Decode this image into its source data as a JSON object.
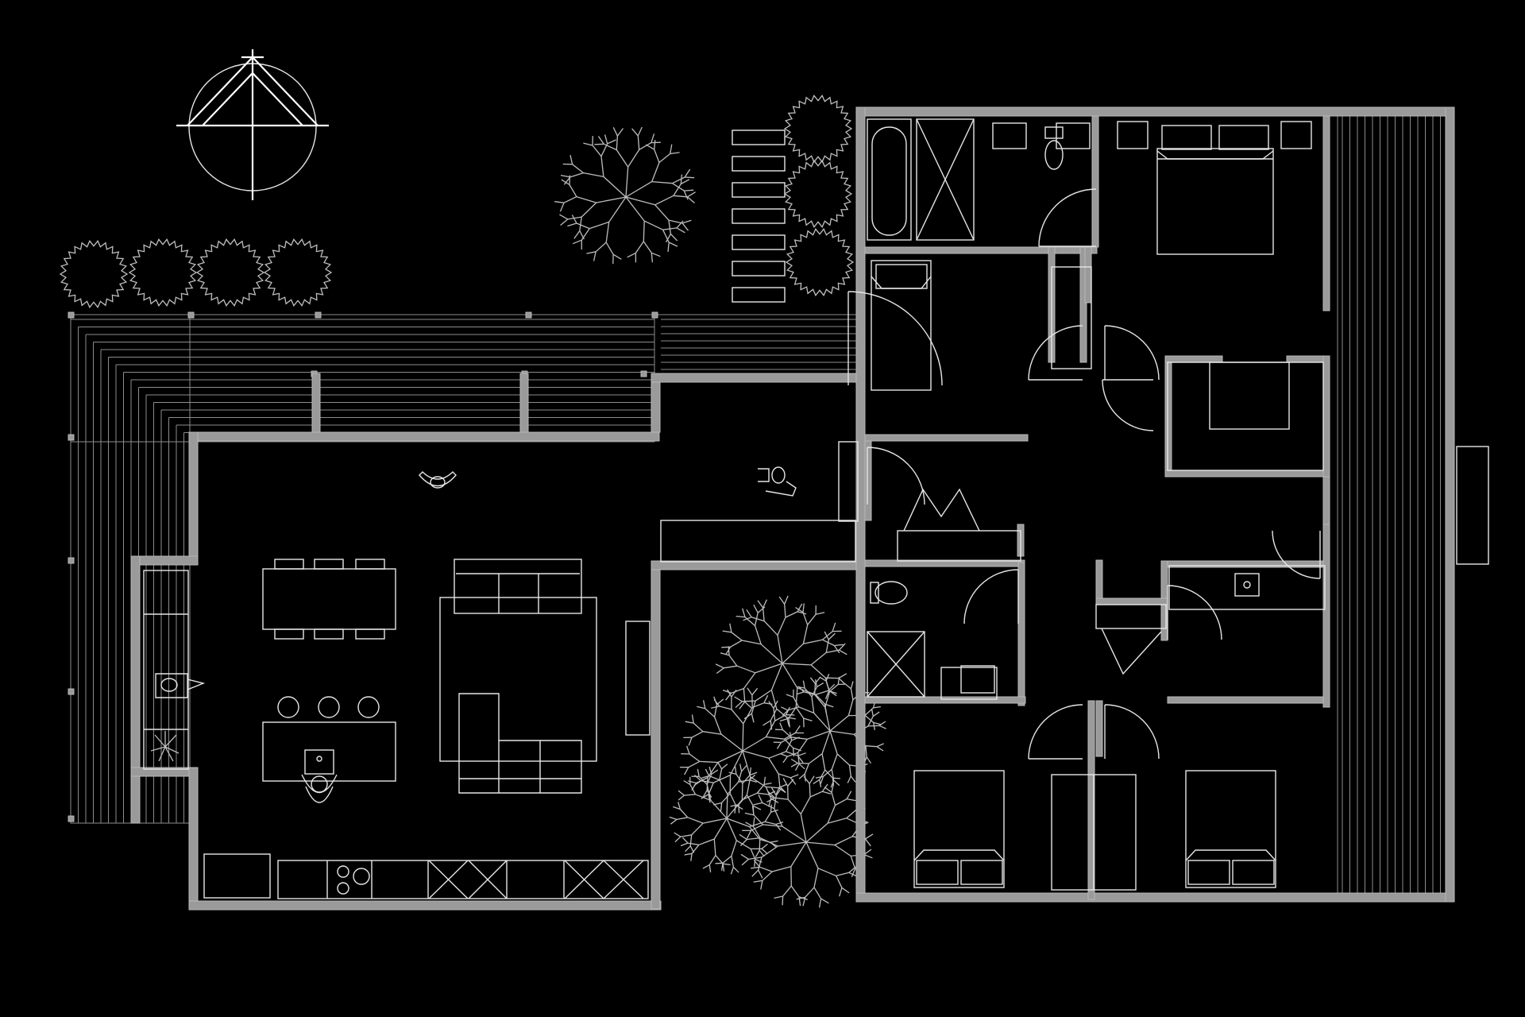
{
  "drawing": {
    "type": "floor-plan",
    "background": "#000000",
    "line_color": "#e6e6e6",
    "wall_color": "#9a9a9a",
    "orientation": "north-arrow",
    "rooms": [
      "living-kitchen-dining",
      "master-bedroom",
      "bedroom-2",
      "bedroom-3",
      "bedroom-4",
      "bathroom",
      "ensuite",
      "laundry",
      "entry-hall",
      "wardrobe"
    ],
    "icons": [
      "compass-icon",
      "shrub-icon",
      "tree-icon",
      "bed-icon",
      "sofa-icon",
      "dining-table-icon",
      "toilet-icon",
      "bathtub-icon",
      "shower-icon",
      "sink-icon",
      "cooktop-icon",
      "person-icon",
      "door-swing-icon",
      "deck-icon",
      "stepping-stones-icon"
    ]
  }
}
